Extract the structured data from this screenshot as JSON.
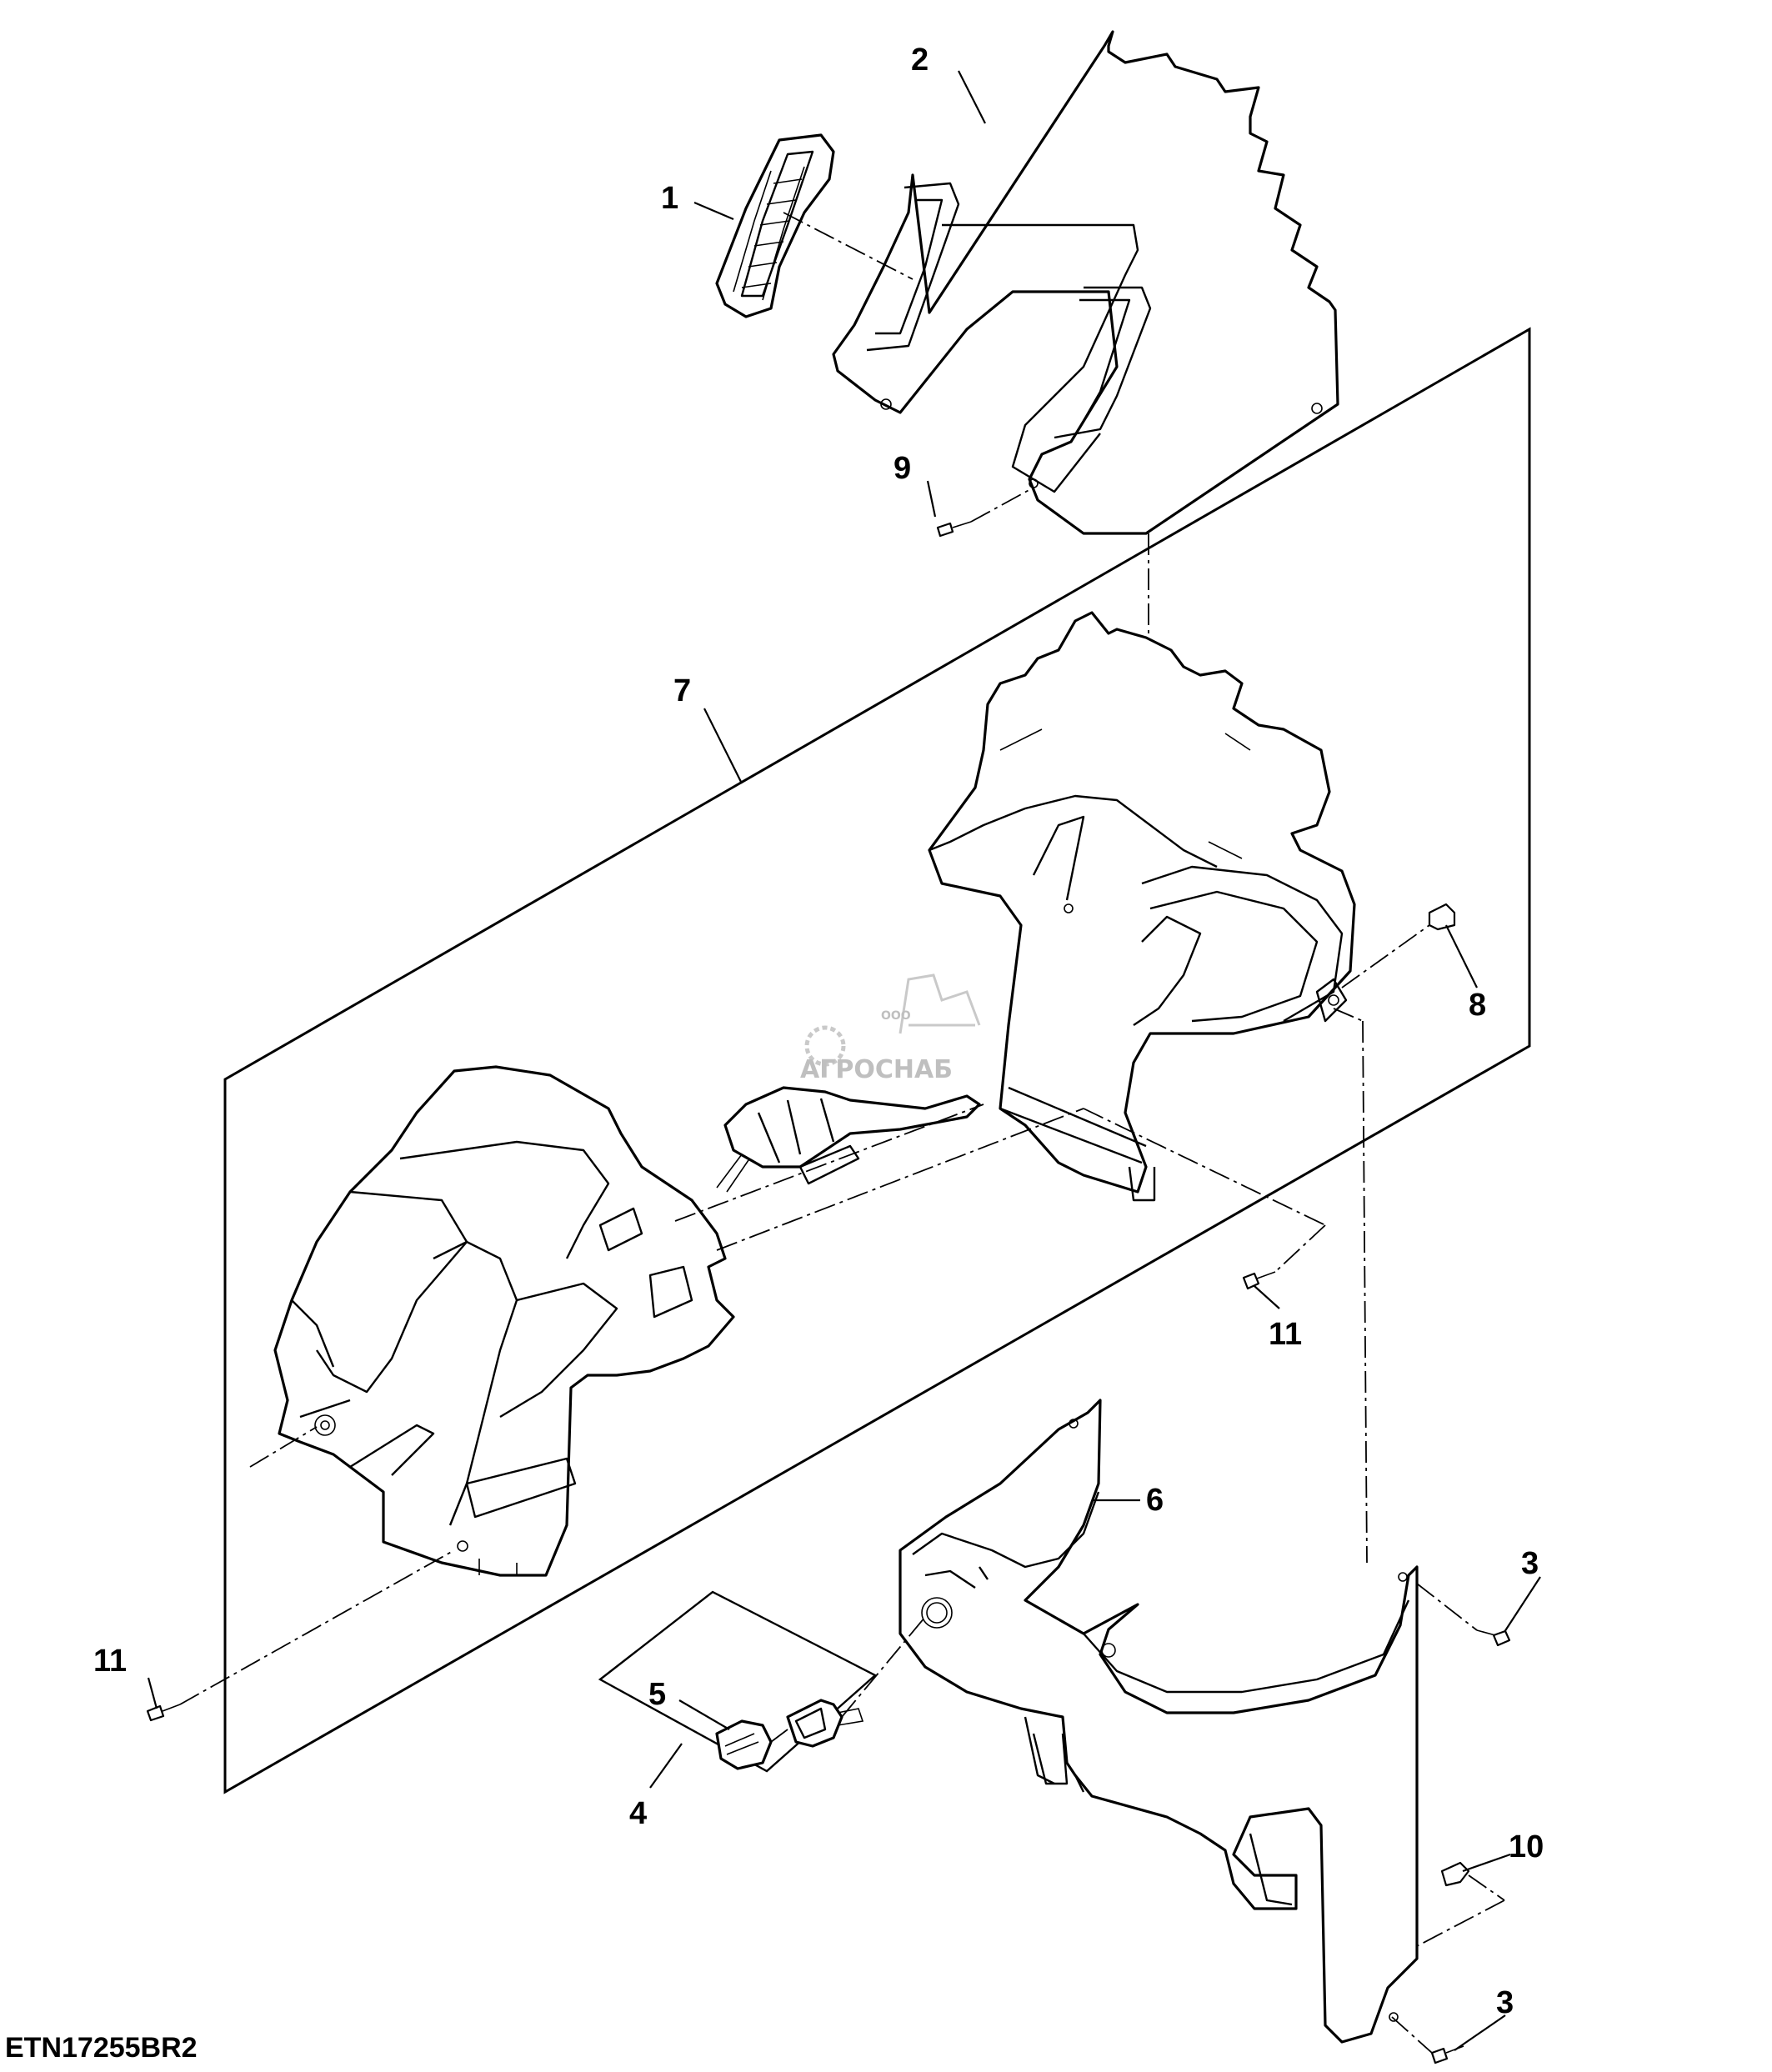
{
  "figure_id": "ETN17255BR2",
  "watermark": {
    "text": "АГРОСНАБ",
    "small_text": "ООО"
  },
  "callouts": [
    "1",
    "2",
    "9",
    "7",
    "8",
    "11",
    "6",
    "3",
    "11",
    "5",
    "4",
    "10",
    "3"
  ]
}
